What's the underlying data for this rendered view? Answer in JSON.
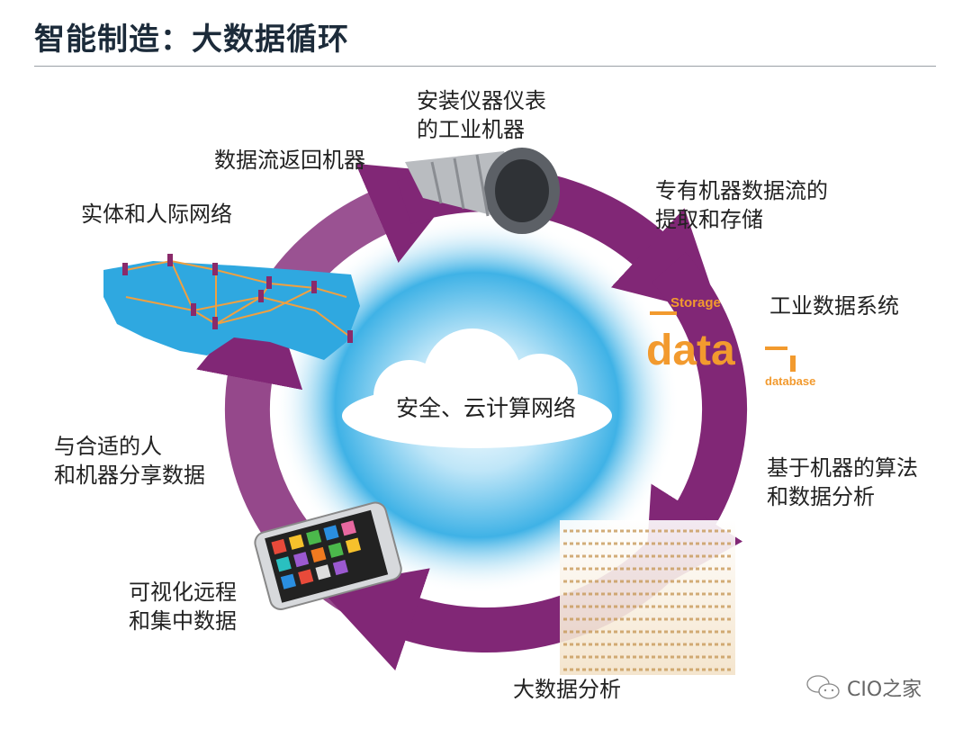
{
  "title": "智能制造：大数据循环",
  "center_label": "安全、云计算网络",
  "labels": {
    "instrumented_machines": [
      "安装仪器仪表",
      "的工业机器"
    ],
    "data_return": [
      "数据流返回机器"
    ],
    "physical_network": [
      "实体和人际网络"
    ],
    "extraction_storage": [
      "专有机器数据流的",
      "提取和存储"
    ],
    "industrial_data_system": [
      "工业数据系统"
    ],
    "machine_algorithms": [
      "基于机器的算法",
      "和数据分析"
    ],
    "big_data_analysis": [
      "大数据分析"
    ],
    "visualization": [
      "可视化远程",
      "和集中数据"
    ],
    "sharing": [
      "与合适的人",
      "和机器分享数据"
    ]
  },
  "wordcloud": {
    "big": "data",
    "small": [
      "Storage",
      "database"
    ]
  },
  "watermark": "CIO之家",
  "colors": {
    "ring": "#7b1c6f",
    "cloud_glow": "#29a8e0",
    "orange": "#f29a2e",
    "title": "#1c2b3a"
  }
}
